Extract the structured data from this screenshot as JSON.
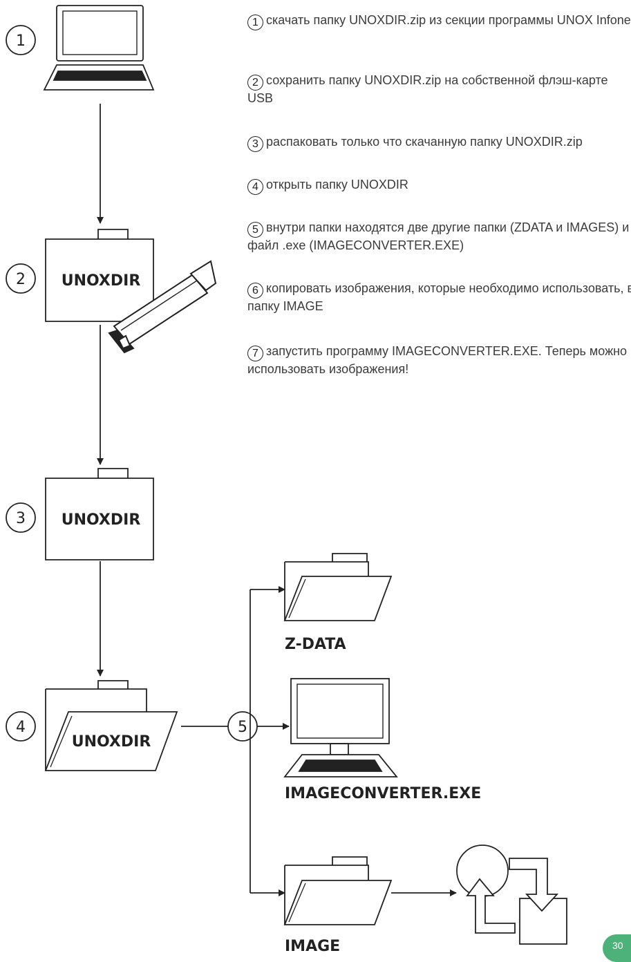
{
  "steps": [
    {
      "num": "1",
      "text": "скачать папку UNOXDIR.zip из секции программы UNOX Infonet"
    },
    {
      "num": "2",
      "text": "сохранить папку UNOXDIR.zip на собственной флэш-карте USB"
    },
    {
      "num": "3",
      "text": "распаковать только что скачанную папку UNOXDIR.zip"
    },
    {
      "num": "4",
      "text": "открыть папку UNOXDIR"
    },
    {
      "num": "5",
      "text": "внутри папки находятся две другие папки (ZDATA и IMAGES) и файл .exe (IMAGECONVERTER.EXE)"
    },
    {
      "num": "6",
      "text": "копировать изображения, которые необходимо использовать, в папку IMAGE"
    },
    {
      "num": "7",
      "text": "запустить программу IMAGECONVERTER.EXE. Теперь можно использовать изображения!"
    }
  ],
  "diagram": {
    "markers": [
      "1",
      "2",
      "3",
      "4",
      "5"
    ],
    "folder_label": "UNOXDIR",
    "zdata_label": "Z-DATA",
    "exe_label": "IMAGECONVERTER.EXE",
    "image_label": "IMAGE"
  },
  "page_number": "30",
  "colors": {
    "line": "#222222",
    "text": "#3b3b3b",
    "badge": "#4db27a"
  }
}
